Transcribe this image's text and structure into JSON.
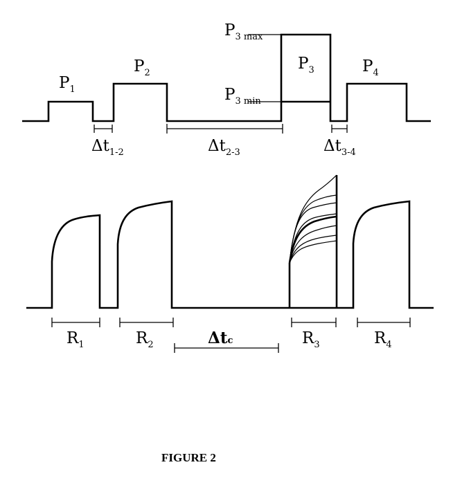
{
  "stimulus": {
    "pulses": [
      {
        "name": "P",
        "sub": "1"
      },
      {
        "name": "P",
        "sub": "2"
      },
      {
        "name": "P",
        "sub": "3"
      },
      {
        "name": "P",
        "sub": "4"
      }
    ],
    "p3_max": {
      "name": "P",
      "sub": "3 max"
    },
    "p3_min": {
      "name": "P",
      "sub": "3 min"
    },
    "intervals": [
      {
        "name": "Δt",
        "sub": "1-2"
      },
      {
        "name": "Δt",
        "sub": "2-3"
      },
      {
        "name": "Δt",
        "sub": "3-4"
      }
    ]
  },
  "response": {
    "segments": [
      {
        "name": "R",
        "sub": "1"
      },
      {
        "name": "R",
        "sub": "2"
      },
      {
        "name": "R",
        "sub": "3"
      },
      {
        "name": "R",
        "sub": "4"
      }
    ],
    "interval": {
      "name": "Δt",
      "sub": "c"
    }
  },
  "caption": "FIGURE 2"
}
